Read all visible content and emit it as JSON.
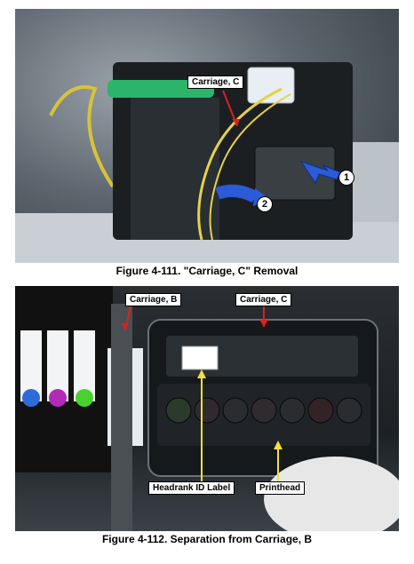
{
  "figures": [
    {
      "caption": "Figure 4-111. \"Carriage, C\" Removal",
      "labels": {
        "carriage_c": "Carriage, C"
      },
      "markers": {
        "step1": "1",
        "step2": "2"
      }
    },
    {
      "caption": "Figure 4-112. Separation from Carriage, B",
      "labels": {
        "carriage_b": "Carriage, B",
        "carriage_c": "Carriage, C",
        "headrank_id": "Headrank ID Label",
        "printhead": "Printhead"
      },
      "ink_colors": [
        "#2f6bd8",
        "#b22ab8",
        "#4bd12f"
      ]
    }
  ]
}
